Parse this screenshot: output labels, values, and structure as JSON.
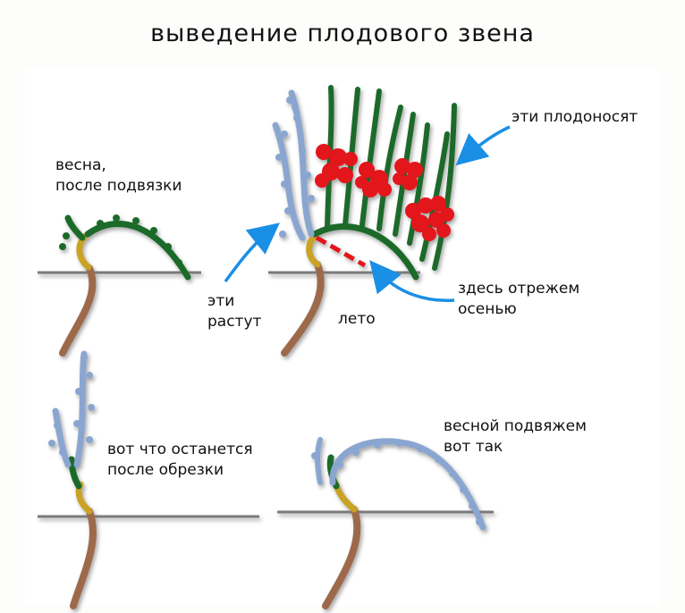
{
  "title": "выведение плодового звена",
  "labels": {
    "spring_line1": "весна,",
    "spring_line2": "после подвязки",
    "these_grow_line1": "эти",
    "these_grow_line2": "растут",
    "summer": "лето",
    "these_fruit": "эти плодоносят",
    "cut_here_line1": "здесь отрежем",
    "cut_here_line2": "осенью",
    "after_prune_line1": "вот что останется",
    "after_prune_line2": "после обрезки",
    "tie_line1": "весной подвяжем",
    "tie_line2": "вот так"
  },
  "colors": {
    "green_shoot": "#1f6b2a",
    "blue_shoot": "#8aa6d0",
    "trunk": "#9c6a4c",
    "tie": "#c9a227",
    "berries": "#e3141b",
    "arrow": "#1a8fe6",
    "cut_line": "#e3141b",
    "wire": "#7a7a7a"
  }
}
